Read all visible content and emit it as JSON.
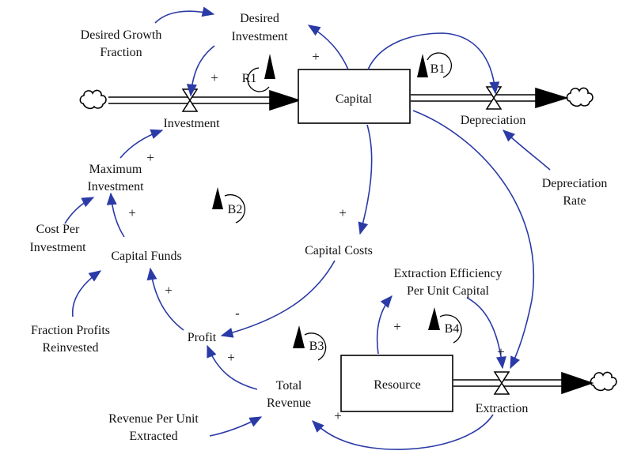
{
  "colors": {
    "link": "#2a3aa6",
    "ink": "#000000",
    "background": "#ffffff"
  },
  "stocks": {
    "capital": "Capital",
    "resource": "Resource"
  },
  "flows": {
    "investment": "Investment",
    "depreciation": "Depreciation",
    "extraction": "Extraction"
  },
  "variables": {
    "desired_investment": [
      "Desired",
      "Investment"
    ],
    "desired_growth_fraction": [
      "Desired Growth",
      "Fraction"
    ],
    "maximum_investment": [
      "Maximum",
      "Investment"
    ],
    "cost_per_investment": [
      "Cost Per",
      "Investment"
    ],
    "capital_funds": "Capital Funds",
    "fraction_profits_reinvested": [
      "Fraction Profits",
      "Reinvested"
    ],
    "profit": "Profit",
    "total_revenue": [
      "Total",
      "Revenue"
    ],
    "revenue_per_unit_extracted": [
      "Revenue Per Unit",
      "Extracted"
    ],
    "capital_costs": "Capital Costs",
    "extraction_efficiency": [
      "Extraction Efficiency",
      "Per Unit Capital"
    ],
    "depreciation_rate": [
      "Depreciation",
      "Rate"
    ]
  },
  "loops": {
    "r1": "R1",
    "b1": "B1",
    "b2": "B2",
    "b3": "B3",
    "b4": "B4"
  },
  "polarities": {
    "plus": "+",
    "minus": "-"
  }
}
